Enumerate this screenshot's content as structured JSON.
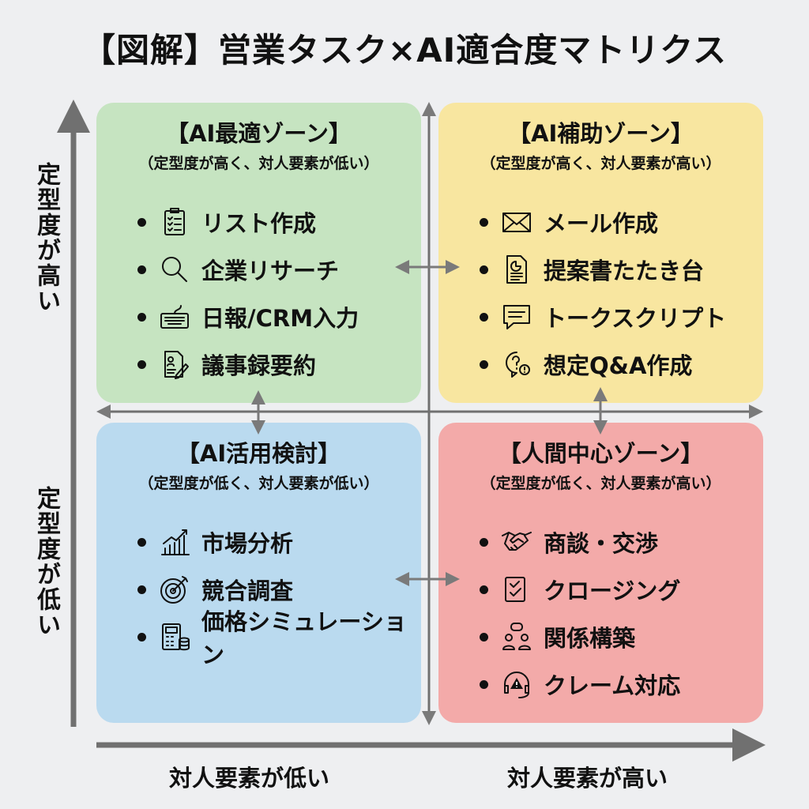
{
  "title": "【図解】営業タスク×AI適合度マトリクス",
  "axes": {
    "y_high": "定型度が高い",
    "y_low": "定型度が低い",
    "x_low": "対人要素が低い",
    "x_high": "対人要素が高い"
  },
  "colors": {
    "green": "#c6e4c1",
    "yellow": "#f8e6a0",
    "blue": "#badaef",
    "red": "#f3aaa9",
    "arrow": "#7a7a7a"
  },
  "quadrants": [
    {
      "id": "ai-optimal",
      "title": "【AI最適ゾーン】",
      "subtitle": "（定型度が高く、対人要素が低い）",
      "color": "#c6e4c1",
      "items": [
        {
          "label": "リスト作成",
          "icon": "clipboard-checklist"
        },
        {
          "label": "企業リサーチ",
          "icon": "magnifier"
        },
        {
          "label": "日報/CRM入力",
          "icon": "keyboard"
        },
        {
          "label": "議事録要約",
          "icon": "document-pen"
        }
      ]
    },
    {
      "id": "ai-assist",
      "title": "【AI補助ゾーン】",
      "subtitle": "（定型度が高く、対人要素が高い）",
      "color": "#f8e6a0",
      "items": [
        {
          "label": "メール作成",
          "icon": "envelope"
        },
        {
          "label": "提案書たたき台",
          "icon": "document-chart"
        },
        {
          "label": "トークスクリプト",
          "icon": "speech-bubble"
        },
        {
          "label": "想定Q&A作成",
          "icon": "question-bulb"
        }
      ]
    },
    {
      "id": "ai-consider",
      "title": "【AI活用検討】",
      "subtitle": "（定型度が低く、対人要素が低い）",
      "color": "#badaef",
      "items": [
        {
          "label": "市場分析",
          "icon": "bar-chart"
        },
        {
          "label": "競合調査",
          "icon": "target"
        },
        {
          "label": "価格シミュレーション",
          "icon": "calculator"
        }
      ]
    },
    {
      "id": "human-centric",
      "title": "【人間中心ゾーン】",
      "subtitle": "（定型度が低く、対人要素が高い）",
      "color": "#f3aaa9",
      "items": [
        {
          "label": "商談・交渉",
          "icon": "handshake"
        },
        {
          "label": "クロージング",
          "icon": "checklist-box"
        },
        {
          "label": "関係構築",
          "icon": "people"
        },
        {
          "label": "クレーム対応",
          "icon": "headset-warning"
        }
      ]
    }
  ]
}
